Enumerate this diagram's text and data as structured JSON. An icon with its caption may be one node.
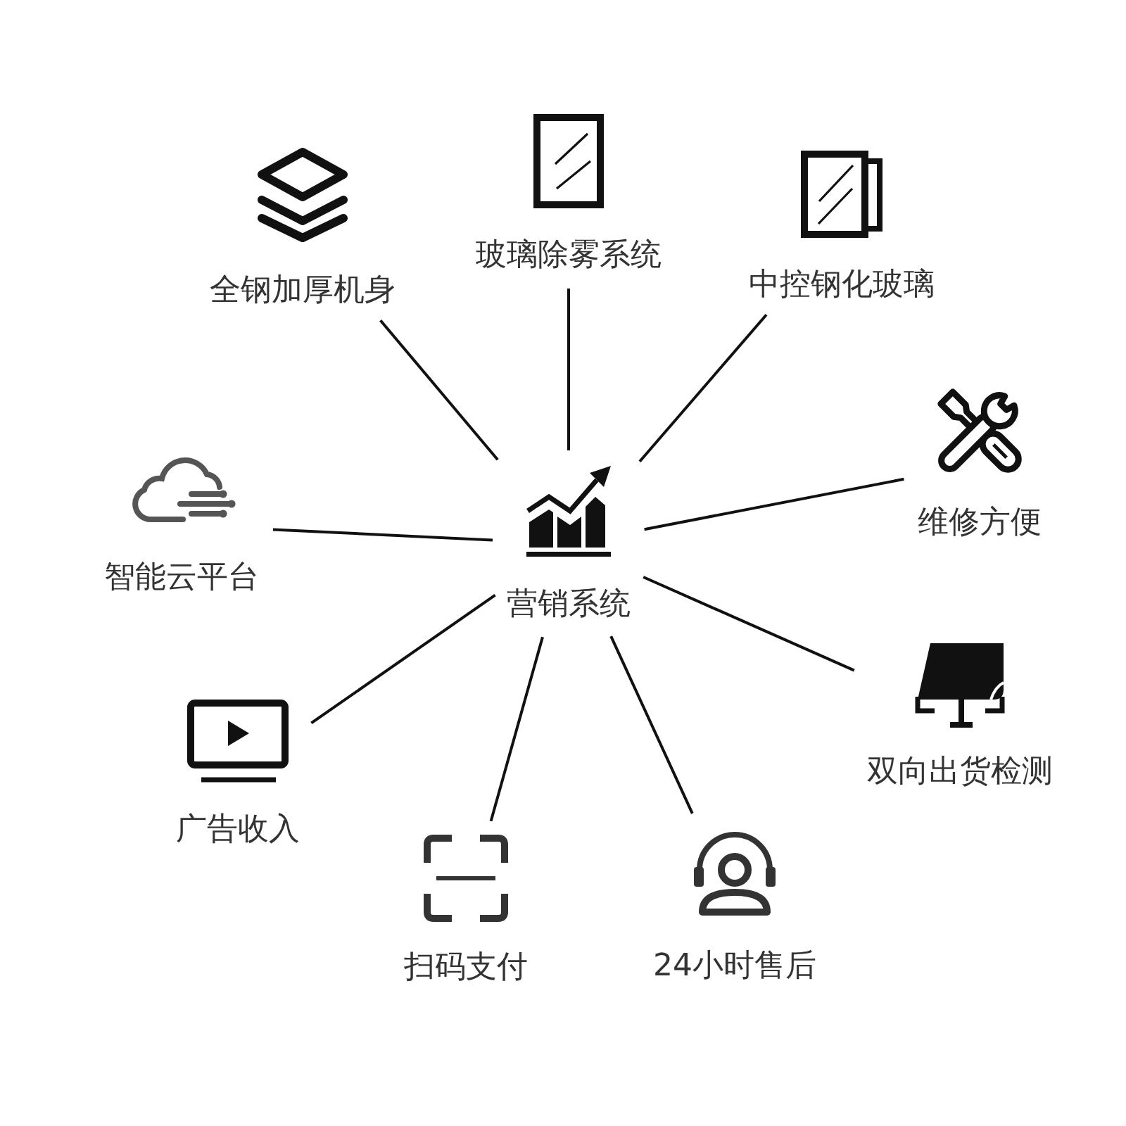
{
  "diagram": {
    "nodes": [
      {
        "text": [
          "全钢加厚机身"
        ]
      },
      {
        "text": [
          "玻璃除雾系统"
        ]
      },
      {
        "text": [
          "中控钢化玻璃"
        ]
      },
      {
        "text": [
          "智能云平台"
        ]
      },
      {
        "text": [
          "营销系统"
        ]
      },
      {
        "text": [
          "维修方便"
        ]
      },
      {
        "text": [
          "广告收入"
        ]
      },
      {
        "text": [
          "双向出货检测"
        ]
      },
      {
        "text": [
          "扫码支付"
        ]
      },
      {
        "text": [
          "24小时售后"
        ]
      }
    ],
    "edges": [
      {
        "from": 4,
        "to": 0,
        "arrow": "none"
      },
      {
        "from": 4,
        "to": 1,
        "arrow": "none"
      },
      {
        "from": 4,
        "to": 2,
        "arrow": "none"
      },
      {
        "from": 4,
        "to": 3,
        "arrow": "none"
      },
      {
        "from": 4,
        "to": 5,
        "arrow": "none"
      },
      {
        "from": 4,
        "to": 6,
        "arrow": "none"
      },
      {
        "from": 4,
        "to": 7,
        "arrow": "none"
      },
      {
        "from": 4,
        "to": 8,
        "arrow": "none"
      },
      {
        "from": 4,
        "to": 9,
        "arrow": "none"
      }
    ]
  }
}
